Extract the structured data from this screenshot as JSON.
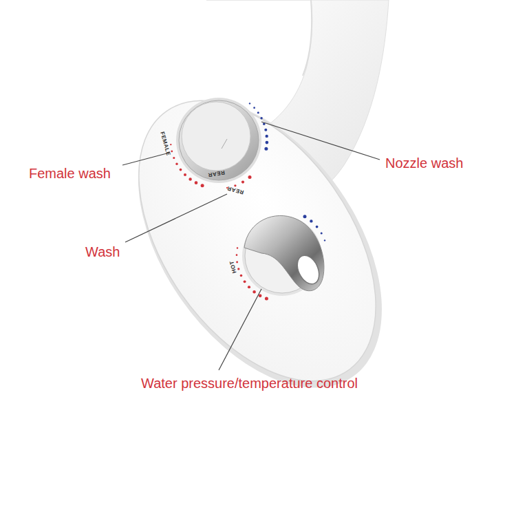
{
  "diagram": {
    "labels": [
      "Female wash",
      "Nozzle wash",
      "Wash",
      "Water pressure/temperature control",
      "FEMALE",
      "REAR",
      "REAR",
      "HOT"
    ]
  }
}
